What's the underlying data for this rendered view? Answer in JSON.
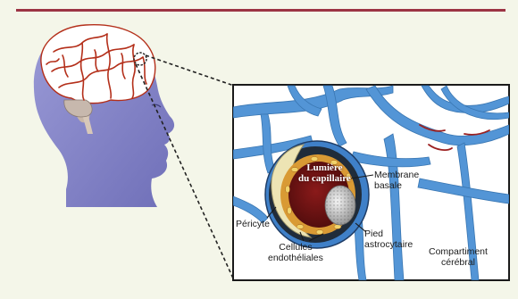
{
  "labels": {
    "lumen_line1": "Lumière",
    "lumen_line2": "du capillaire",
    "membrane_line1": "Membrane",
    "membrane_line2": "basale",
    "pericyte": "Péricyte",
    "pied_line1": "Pied",
    "pied_line2": "astrocytaire",
    "cellules_line1": "Cellules",
    "cellules_line2": "endothéliales",
    "compartiment_line1": "Compartiment",
    "compartiment_line2": "cérébral"
  },
  "colors": {
    "accent_rule": "#9c3444",
    "head": "#8585c9",
    "brain": "#ffffff",
    "vessels": "#b42f1a",
    "astrocyte": "#4a90d4",
    "capillary_lumen": "#6a1414",
    "endothelial": "#e0a23a",
    "background": "#f4f6e9"
  },
  "icons": {
    "head": "head-profile-icon",
    "brain": "brain-icon",
    "zoom_marker": "zoom-circle-icon"
  }
}
